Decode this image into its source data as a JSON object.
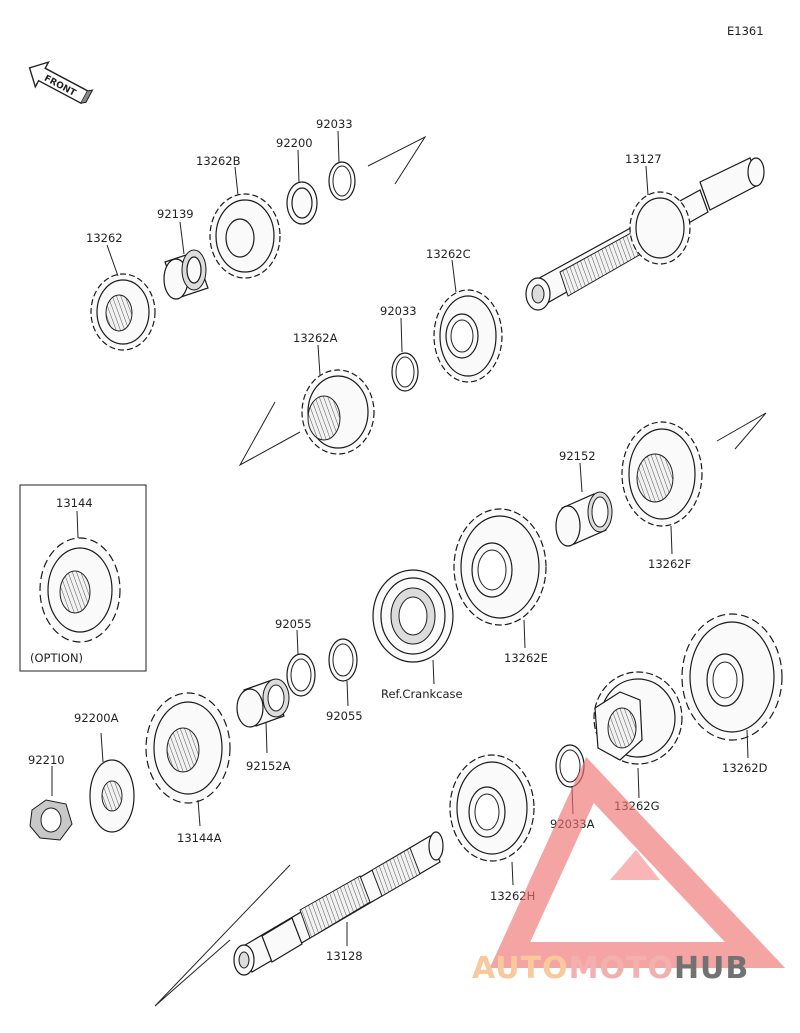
{
  "diagram_code": "E1361",
  "front_label": "FRONT",
  "option_label": "(OPTION)",
  "ref_label": "Ref.Crankcase",
  "parts": {
    "p13262": "13262",
    "p92139": "92139",
    "p13262B": "13262B",
    "p92200": "92200",
    "p92033": "92033",
    "p13127": "13127",
    "p13262C": "13262C",
    "p92033b": "92033",
    "p13262A": "13262A",
    "p92152": "92152",
    "p13262F": "13262F",
    "p13144": "13144",
    "p13262E": "13262E",
    "p92055a": "92055",
    "p92055b": "92055",
    "p92200A": "92200A",
    "p92210": "92210",
    "p92152A": "92152A",
    "p13144A": "13144A",
    "p13262D": "13262D",
    "p13262G": "13262G",
    "p92033A": "92033A",
    "p13262H": "13262H",
    "p13128": "13128"
  },
  "watermark": {
    "part1": "AUTO",
    "part2": "MOTO",
    "part3": "HUB",
    "color1": "#f6c08a",
    "color2": "#f3a2a2",
    "color3": "#5a5a5a",
    "triangle_color": "#f07070"
  }
}
